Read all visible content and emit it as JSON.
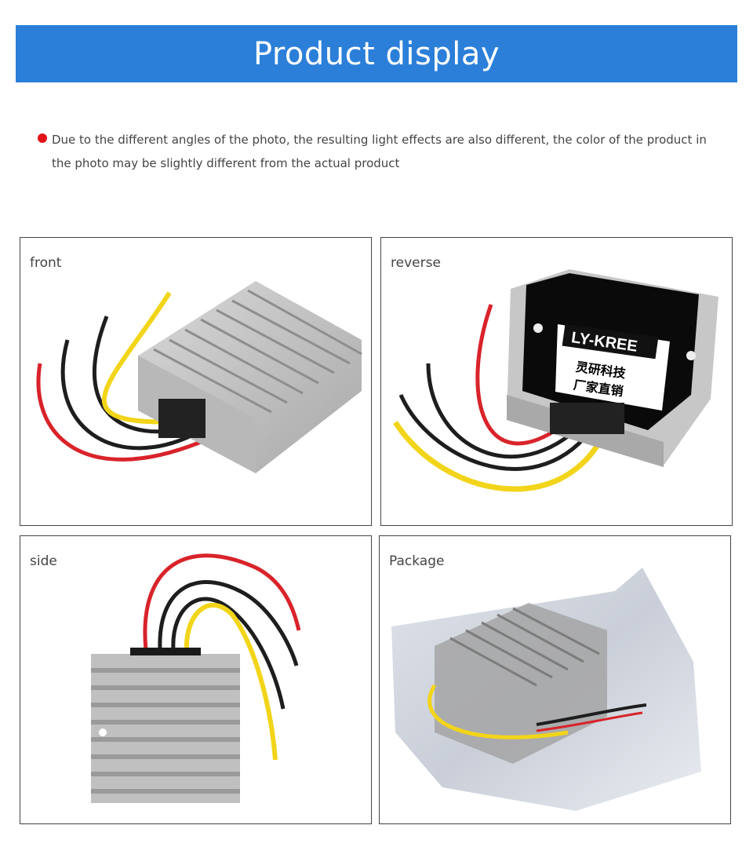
{
  "header": {
    "title": "Product display"
  },
  "notice": {
    "text": "Due to the different angles of the photo, the resulting light effects are also different, the color of the product in the photo may be slightly different from the actual product",
    "bullet_color": "#e0121a"
  },
  "panels": [
    {
      "label": "front"
    },
    {
      "label": "reverse",
      "brand": "LY-KREE",
      "line1": "灵研科技",
      "line2": "厂家直销"
    },
    {
      "label": "side"
    },
    {
      "label": "Package"
    }
  ],
  "colors": {
    "banner": "#2b7fd9",
    "wire_red": "#d9232a",
    "wire_black": "#1e1e1e",
    "wire_yellow": "#f2d51a",
    "case": "#bdbdbd"
  }
}
